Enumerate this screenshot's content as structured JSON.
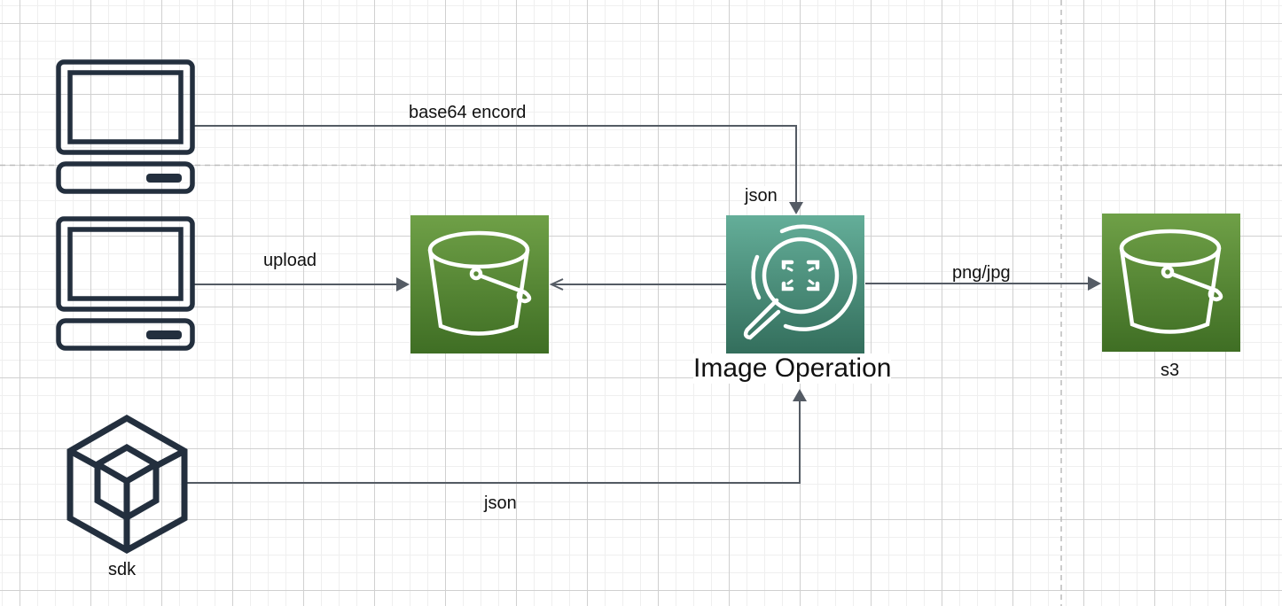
{
  "diagram": {
    "nodes": {
      "client_top": {
        "icon": "desktop-computer-icon"
      },
      "client_mid": {
        "icon": "desktop-computer-icon"
      },
      "sdk": {
        "icon": "sdk-cube-icon",
        "label": "sdk"
      },
      "bucket_source": {
        "icon": "s3-bucket-icon",
        "color_top": "#6FA047",
        "color_bottom": "#3F6E24"
      },
      "image_operation": {
        "icon": "image-recognition-icon",
        "label": "Image Operation",
        "color_top": "#64AE99",
        "color_bottom": "#336E5C"
      },
      "bucket_output": {
        "icon": "s3-bucket-icon",
        "label": "s3",
        "color_top": "#6FA047",
        "color_bottom": "#3F6E24"
      }
    },
    "edges": [
      {
        "from": "client_top",
        "to": "image_operation",
        "label": "base64 encord"
      },
      {
        "from": "client_top",
        "to": "image_operation",
        "label": "json"
      },
      {
        "from": "client_mid",
        "to": "bucket_source",
        "label": "upload"
      },
      {
        "from": "image_operation",
        "to": "bucket_source",
        "label": ""
      },
      {
        "from": "image_operation",
        "to": "bucket_output",
        "label": "png/jpg"
      },
      {
        "from": "sdk",
        "to": "image_operation",
        "label": "json"
      }
    ],
    "colors": {
      "edge": "#545B64",
      "icon_stroke": "#232F3E",
      "guide": "#BBBBBB"
    }
  }
}
